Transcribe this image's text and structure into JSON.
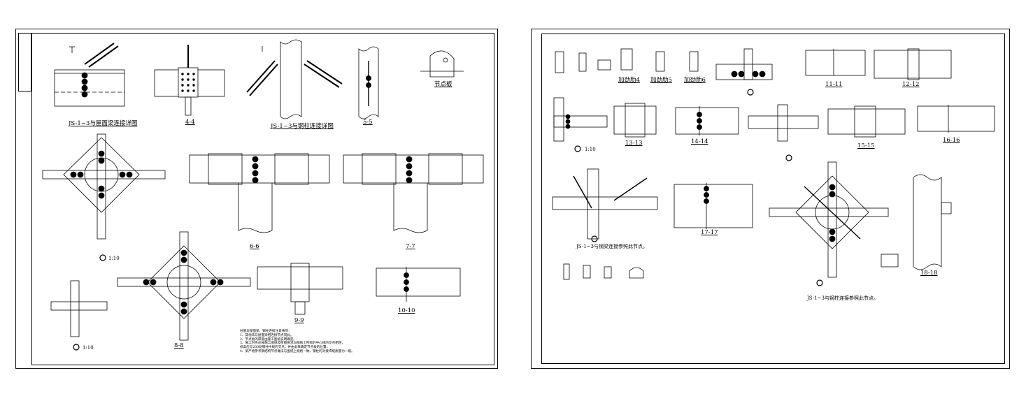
{
  "drawing": {
    "left_sheet": {
      "detail_labels": {
        "d1": "JS-1~3与屋面梁连接详图",
        "d2": "4-4",
        "d3": "JS-1~3与钢柱连接详图",
        "d4": "5-5",
        "d5": "节点板",
        "d6": "6-6",
        "d7": "7-7",
        "d8": "8-8",
        "d9": "9-9",
        "d10": "10-10"
      },
      "scale": "1:10",
      "notes": [
        "柱底与屋面梁、钢柱连接注意事项：",
        "1、其他未与屋面梁相连接节点同此。",
        "2、节点板的厚度由施工图纸说明确定。",
        "3、施工时务必按施工图纸及附图要求与图纸上所标的中心线的交点相连，",
        "   标高应与200处钢柱中线的交点，并由此来确定节点板的位置。",
        "4、梁严格参考钢结构节点做法与图纸上规格一致。钢柱的对接焊缝质量为一级。"
      ]
    },
    "right_sheet": {
      "detail_labels": {
        "r1": "加劲肋4",
        "r2": "加劲肋5",
        "r3": "加劲肋6",
        "r4": "11-11",
        "r5": "12-12",
        "r6": "13-13",
        "r7": "14-14",
        "r8": "15-15",
        "r9": "16-16",
        "r10": "17-17",
        "r11": "18-18"
      },
      "notes": {
        "n1": "JS-1~3与钢梁连接参照此节点。",
        "n2": "JS-1~3与钢柱连接参照此节点。"
      },
      "scale": "1:10"
    }
  }
}
